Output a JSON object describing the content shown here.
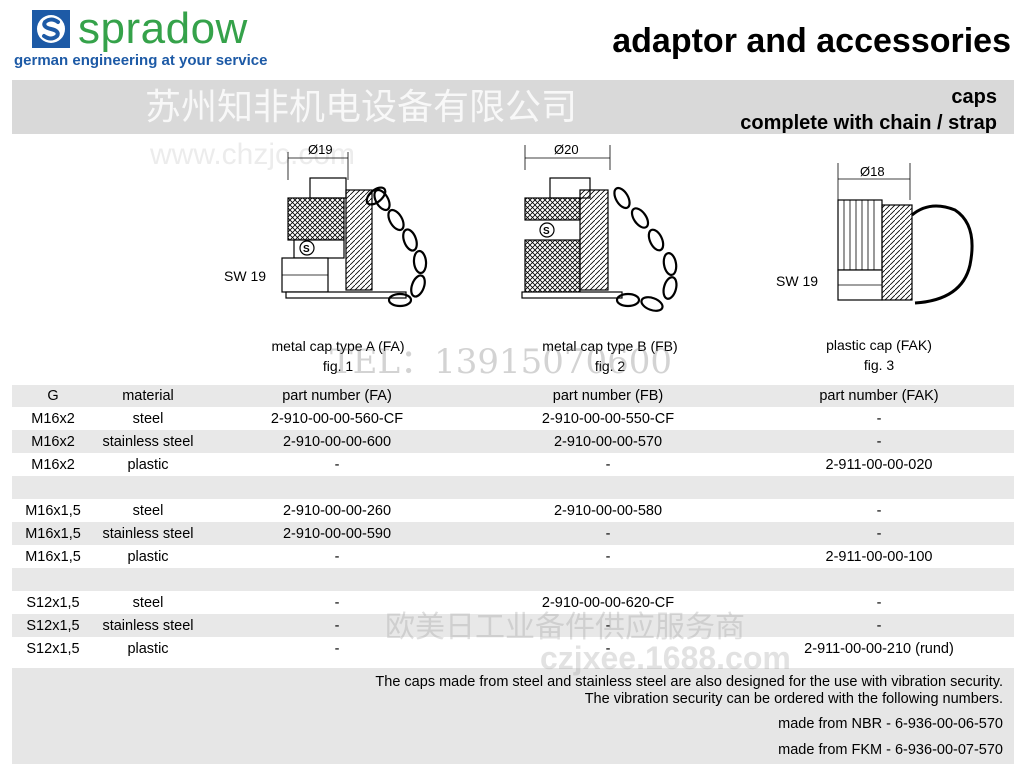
{
  "header": {
    "brand_name": "spradow",
    "tagline": "german engineering at your service",
    "page_title": "adaptor and accessories",
    "section_title_line1": "caps",
    "section_title_line2": "complete with chain / strap"
  },
  "watermarks": {
    "w1": "苏州知非机电设备有限公司",
    "w2": "www.chzjc.com",
    "w3": "TEL：13915070600",
    "w4": "欧美日工业备件供应服务商",
    "w5": "czjxee.1688.com"
  },
  "figures": [
    {
      "caption": "metal cap type A (FA)",
      "fig": "fig. 1",
      "dim": "Ø19",
      "wrench": "SW 19"
    },
    {
      "caption": "metal cap type B (FB)",
      "fig": "fig. 2",
      "dim": "Ø20"
    },
    {
      "caption": "plastic cap (FAK)",
      "fig": "fig. 3",
      "dim": "Ø18",
      "wrench": "SW 19"
    }
  ],
  "table": {
    "headers": [
      "G",
      "material",
      "part number (FA)",
      "part number (FB)",
      "part number (FAK)"
    ],
    "rows": [
      [
        "M16x2",
        "steel",
        "2-910-00-00-560-CF",
        "2-910-00-00-550-CF",
        "-"
      ],
      [
        "M16x2",
        "stainless steel",
        "2-910-00-00-600",
        "2-910-00-00-570",
        "-"
      ],
      [
        "M16x2",
        "plastic",
        "-",
        "-",
        "2-911-00-00-020"
      ],
      [
        "",
        "",
        "",
        "",
        ""
      ],
      [
        "M16x1,5",
        "steel",
        "2-910-00-00-260",
        "2-910-00-00-580",
        "-"
      ],
      [
        "M16x1,5",
        "stainless steel",
        "2-910-00-00-590",
        "-",
        "-"
      ],
      [
        "M16x1,5",
        "plastic",
        "-",
        "-",
        "2-911-00-00-100"
      ],
      [
        "",
        "",
        "",
        "",
        ""
      ],
      [
        "S12x1,5",
        "steel",
        "-",
        "2-910-00-00-620-CF",
        "-"
      ],
      [
        "S12x1,5",
        "stainless steel",
        "-",
        "-",
        "-"
      ],
      [
        "S12x1,5",
        "plastic",
        "-",
        "-",
        "2-911-00-00-210 (rund)"
      ]
    ]
  },
  "footer": {
    "line1": "The caps made from steel and stainless steel are also designed for the use with vibration security.",
    "line2": "The vibration security can be ordered with the following numbers.",
    "line3": "made from NBR - 6-936-00-06-570",
    "line4": "made from FKM - 6-936-00-07-570"
  },
  "colors": {
    "brand_green": "#35a24a",
    "brand_blue": "#1d5aa6",
    "band_gray": "#d9d9d9",
    "row_shade": "#e8e8e8"
  }
}
